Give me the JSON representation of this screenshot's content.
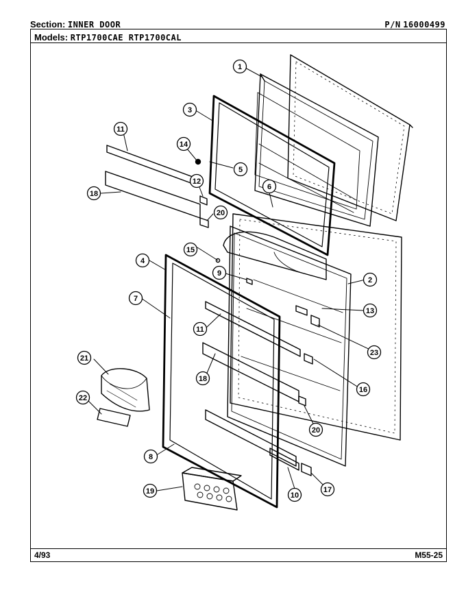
{
  "header": {
    "section_label": "Section:",
    "section_value": "INNER DOOR",
    "part_number_label": "P/N",
    "part_number_value": "16000499",
    "models_label": "Models:",
    "models_value": "RTP1700CAE RTP1700CAL"
  },
  "footer": {
    "date": "4/93",
    "code": "M55-25"
  },
  "callouts": [
    "1",
    "2",
    "3",
    "4",
    "5",
    "6",
    "7",
    "8",
    "9",
    "10",
    "11",
    "11",
    "12",
    "13",
    "14",
    "15",
    "16",
    "17",
    "18",
    "18",
    "19",
    "20",
    "20",
    "21",
    "22",
    "23"
  ]
}
